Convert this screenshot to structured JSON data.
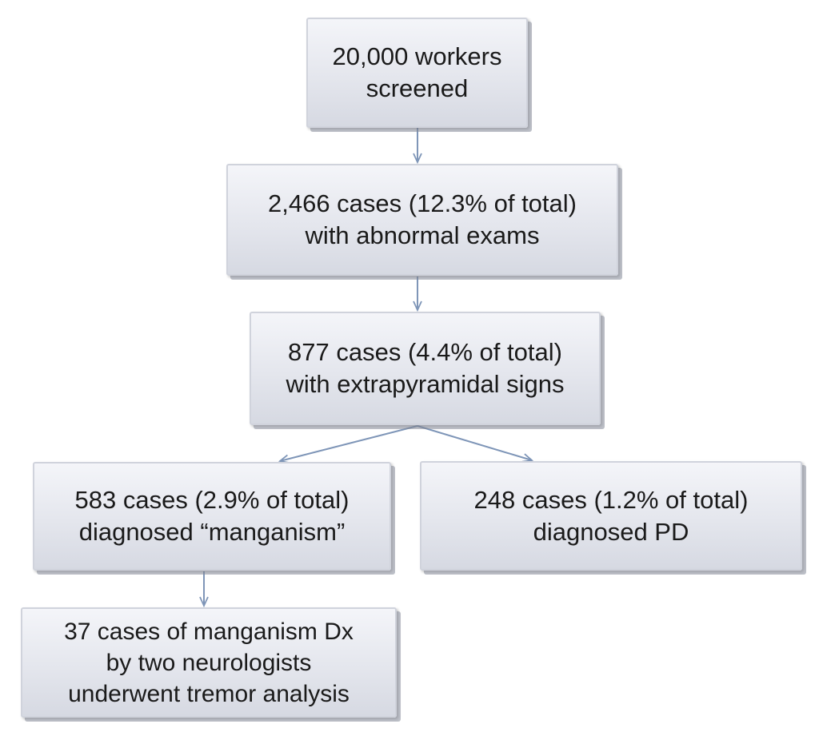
{
  "diagram": {
    "type": "flowchart",
    "colors": {
      "box_fill_top": "#f4f5f9",
      "box_fill_bottom": "#d6d9e2",
      "box_border": "#d0d3dc",
      "arrow": "#7f96b8",
      "text": "#1a1a1a"
    },
    "nodes": {
      "screened": {
        "line1": "20,000 workers",
        "line2": "screened"
      },
      "abnormal": {
        "line1": "2,466 cases (12.3% of total)",
        "line2": "with abnormal exams"
      },
      "extrapyramidal": {
        "line1": "877 cases (4.4% of total)",
        "line2": "with extrapyramidal signs"
      },
      "manganism": {
        "line1": "583 cases (2.9% of total)",
        "line2": "diagnosed “manganism”"
      },
      "pd": {
        "line1": "248 cases (1.2% of total)",
        "line2": "diagnosed PD"
      },
      "tremor": {
        "line1": "37 cases of manganism Dx",
        "line2": "by two neurologists",
        "line3": "underwent tremor analysis"
      }
    },
    "edges": [
      {
        "from": "screened",
        "to": "abnormal"
      },
      {
        "from": "abnormal",
        "to": "extrapyramidal"
      },
      {
        "from": "extrapyramidal",
        "to": "manganism"
      },
      {
        "from": "extrapyramidal",
        "to": "pd"
      },
      {
        "from": "manganism",
        "to": "tremor"
      }
    ]
  }
}
